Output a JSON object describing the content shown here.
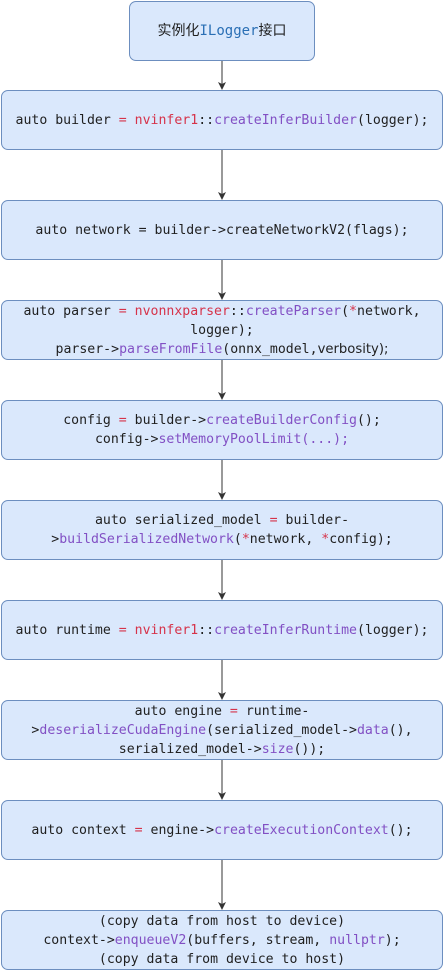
{
  "nodes": [
    {
      "id": "n0",
      "lines": [
        [
          {
            "t": "实例化",
            "c": "sans"
          },
          {
            "t": "ILogger",
            "c": "cn"
          },
          {
            "t": "接口",
            "c": "sans"
          }
        ]
      ]
    },
    {
      "id": "n1",
      "lines": [
        [
          {
            "t": "auto builder "
          },
          {
            "t": "=",
            "c": "kw"
          },
          {
            "t": " "
          },
          {
            "t": "nvinfer1",
            "c": "kw"
          },
          {
            "t": "::"
          },
          {
            "t": "createInferBuilder",
            "c": "fn"
          },
          {
            "t": "(logger);"
          }
        ]
      ]
    },
    {
      "id": "n2",
      "lines": [
        [
          {
            "t": "auto network = builder->createNetworkV2(flags);"
          }
        ]
      ]
    },
    {
      "id": "n3",
      "lines": [
        [
          {
            "t": "auto parser "
          },
          {
            "t": "=",
            "c": "kw"
          },
          {
            "t": " "
          },
          {
            "t": "nvonnxparser",
            "c": "kw"
          },
          {
            "t": "::"
          },
          {
            "t": "createParser",
            "c": "fn"
          },
          {
            "t": "("
          },
          {
            "t": "*",
            "c": "kw"
          },
          {
            "t": "network,"
          }
        ],
        [
          {
            "t": "logger);"
          }
        ],
        [
          {
            "t": "parser->"
          },
          {
            "t": "parseFromFile",
            "c": "fn"
          },
          {
            "t": "(onnx_model,"
          },
          {
            "t": "verbosity);",
            "c": "sans"
          }
        ]
      ]
    },
    {
      "id": "n4",
      "lines": [
        [
          {
            "t": "config "
          },
          {
            "t": "=",
            "c": "kw"
          },
          {
            "t": " builder->"
          },
          {
            "t": "createBuilderConfig",
            "c": "fn"
          },
          {
            "t": "();"
          }
        ],
        [
          {
            "t": "config->"
          },
          {
            "t": "setMemoryPoolLimit(...);",
            "c": "fn"
          }
        ]
      ]
    },
    {
      "id": "n5",
      "lines": [
        [
          {
            "t": "auto serialized_model "
          },
          {
            "t": "=",
            "c": "kw"
          },
          {
            "t": " builder-"
          }
        ],
        [
          {
            "t": ">"
          },
          {
            "t": "buildSerializedNetwork",
            "c": "fn"
          },
          {
            "t": "("
          },
          {
            "t": "*",
            "c": "kw"
          },
          {
            "t": "network, "
          },
          {
            "t": "*",
            "c": "kw"
          },
          {
            "t": "config);"
          }
        ]
      ]
    },
    {
      "id": "n6",
      "lines": [
        [
          {
            "t": "auto runtime "
          },
          {
            "t": "=",
            "c": "kw"
          },
          {
            "t": " "
          },
          {
            "t": "nvinfer1",
            "c": "kw"
          },
          {
            "t": "::"
          },
          {
            "t": "createInferRuntime",
            "c": "fn"
          },
          {
            "t": "(logger);"
          }
        ]
      ]
    },
    {
      "id": "n7",
      "lines": [
        [
          {
            "t": "auto engine "
          },
          {
            "t": "=",
            "c": "kw"
          },
          {
            "t": " runtime-"
          }
        ],
        [
          {
            "t": ">"
          },
          {
            "t": "deserializeCudaEngine",
            "c": "fn"
          },
          {
            "t": "(serialized_model->"
          },
          {
            "t": "data",
            "c": "fn"
          },
          {
            "t": "(),"
          }
        ],
        [
          {
            "t": "serialized_model->"
          },
          {
            "t": "size",
            "c": "fn"
          },
          {
            "t": "());"
          }
        ]
      ]
    },
    {
      "id": "n8",
      "lines": [
        [
          {
            "t": "auto context "
          },
          {
            "t": "=",
            "c": "kw"
          },
          {
            "t": " engine->"
          },
          {
            "t": "createExecutionContext",
            "c": "fn"
          },
          {
            "t": "();"
          }
        ]
      ]
    },
    {
      "id": "n9",
      "lines": [
        [
          {
            "t": "(copy data from host to device)"
          }
        ],
        [
          {
            "t": "context->"
          },
          {
            "t": "enqueueV2",
            "c": "fn"
          },
          {
            "t": "(buffers, stream, "
          },
          {
            "t": "nullptr",
            "c": "fn"
          },
          {
            "t": ");"
          }
        ],
        [
          {
            "t": "(copy data from device to host)"
          }
        ]
      ]
    }
  ]
}
